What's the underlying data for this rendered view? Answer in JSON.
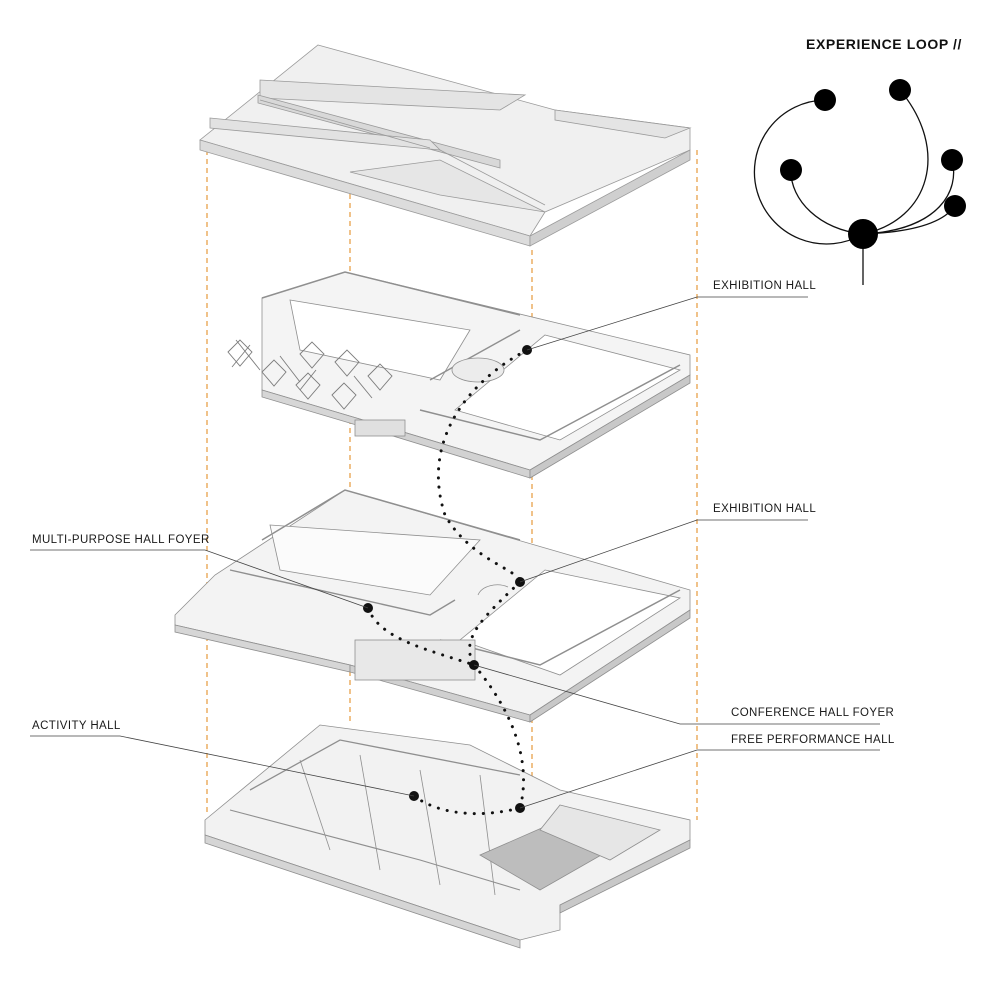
{
  "title": "EXPERIENCE LOOP //",
  "labels": {
    "exhibition_hall_upper": "EXHIBITION HALL",
    "exhibition_hall_middle": "EXHIBITION HALL",
    "multi_purpose_hall_foyer": "MULTI-PURPOSE HALL FOYER",
    "conference_hall_foyer": "CONFERENCE HALL FOYER",
    "free_performance_hall": "FREE PERFORMANCE HALL",
    "activity_hall": "ACTIVITY HALL"
  },
  "colors": {
    "slab": "#efefef",
    "wall": "#d9d9d9",
    "edge": "#9a9a9a",
    "guide": "#e8a24a",
    "ink": "#111111"
  },
  "icons": [
    "loop-icon"
  ]
}
